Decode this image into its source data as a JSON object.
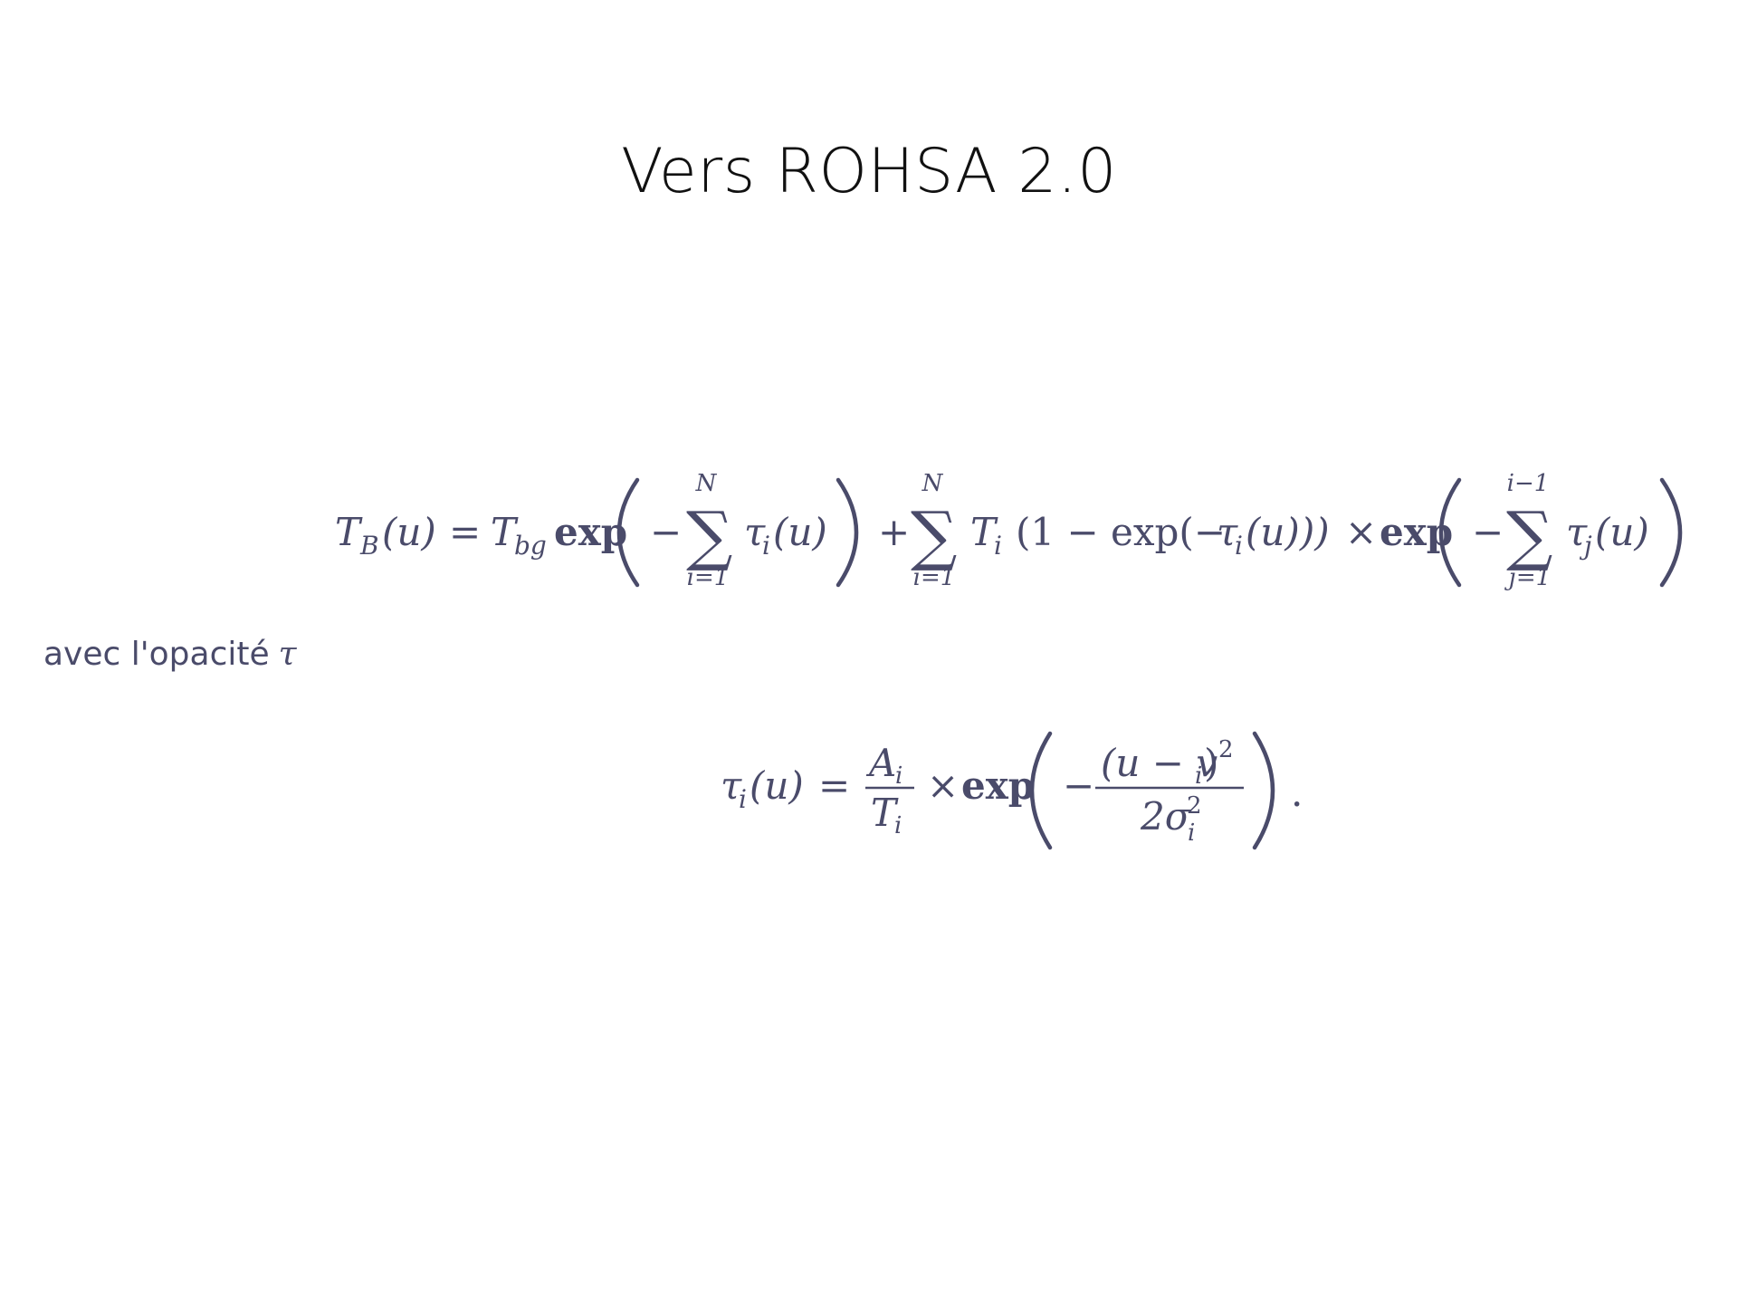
{
  "slide": {
    "title": "Vers ROHSA 2.0",
    "caption_text": "avec l'opacité",
    "caption_symbol": "τ"
  },
  "equation_1": {
    "lhs": "T",
    "lhs_sub": "B",
    "arg_u": "(u)",
    "equals": "=",
    "t_bg": "T",
    "t_bg_sub": "bg",
    "exp": "exp",
    "minus": "−",
    "sum_upper_1": "N",
    "sum_lower_1": "i=1",
    "tau": "τ",
    "sub_i": "i",
    "plus": "+",
    "sum_upper_2": "N",
    "sum_lower_2": "i=1",
    "T_i": "T",
    "one_minus": "(1 − exp(−",
    "tau_u_close": "(u)))",
    "times": "×",
    "sum_upper_3": "i−1",
    "sum_lower_3": "j=1",
    "sub_j": "j"
  },
  "equation_2": {
    "tau": "τ",
    "sub_i": "i",
    "arg_u": "(u)",
    "equals": "=",
    "A": "A",
    "T": "T",
    "times": "×",
    "exp": "exp",
    "minus": "−",
    "num_open": "(u − v",
    "num_close": ")",
    "sup_2": "2",
    "den_two": "2σ",
    "period": "."
  },
  "style": {
    "equation_color": "#4a4b6a",
    "title_color": "#111111"
  }
}
